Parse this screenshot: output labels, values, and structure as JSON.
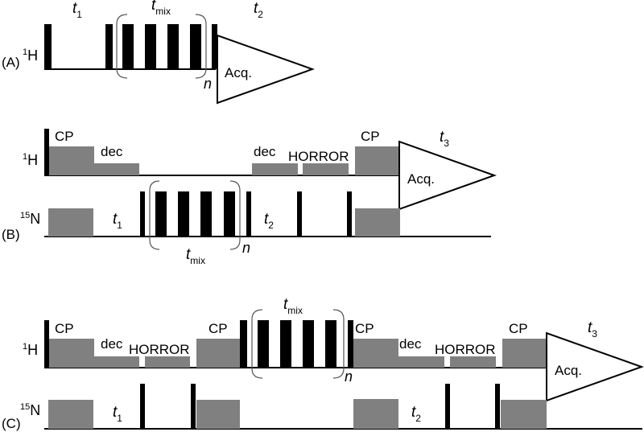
{
  "panels": {
    "A": {
      "label": "(A)",
      "channel_1": {
        "sup": "1",
        "nucleus": "H"
      },
      "t1": {
        "var": "t",
        "sub": "1"
      },
      "tmix": {
        "var": "t",
        "sub": "mix"
      },
      "t2": {
        "var": "t",
        "sub": "2"
      },
      "n": "n",
      "acq": "Acq."
    },
    "B": {
      "label": "(B)",
      "channel_1": {
        "sup": "1",
        "nucleus": "H"
      },
      "channel_2": {
        "sup": "15",
        "nucleus": "N"
      },
      "cp_1": "CP",
      "dec": "dec",
      "dec_2": "dec",
      "horror": "HORROR",
      "cp_2": "CP",
      "t1": {
        "var": "t",
        "sub": "1"
      },
      "t2": {
        "var": "t",
        "sub": "2"
      },
      "t3": {
        "var": "t",
        "sub": "3"
      },
      "tmix": {
        "var": "t",
        "sub": "mix"
      },
      "n": "n",
      "acq": "Acq."
    },
    "C": {
      "label": "(C)",
      "channel_1": {
        "sup": "1",
        "nucleus": "H"
      },
      "channel_2": {
        "sup": "15",
        "nucleus": "N"
      },
      "cp_1": "CP",
      "dec_1": "dec",
      "horror_1": "HORROR",
      "cp_2": "CP",
      "tmix": {
        "var": "t",
        "sub": "mix"
      },
      "n": "n",
      "cp_3": "CP",
      "dec_2": "dec",
      "horror_2": "HORROR",
      "cp_4": "CP",
      "t1": {
        "var": "t",
        "sub": "1"
      },
      "t2": {
        "var": "t",
        "sub": "2"
      },
      "t3": {
        "var": "t",
        "sub": "3"
      },
      "acq": "Acq."
    }
  },
  "colors": {
    "pulse": "#000000",
    "block": "#808080",
    "bracket": "#555555"
  }
}
